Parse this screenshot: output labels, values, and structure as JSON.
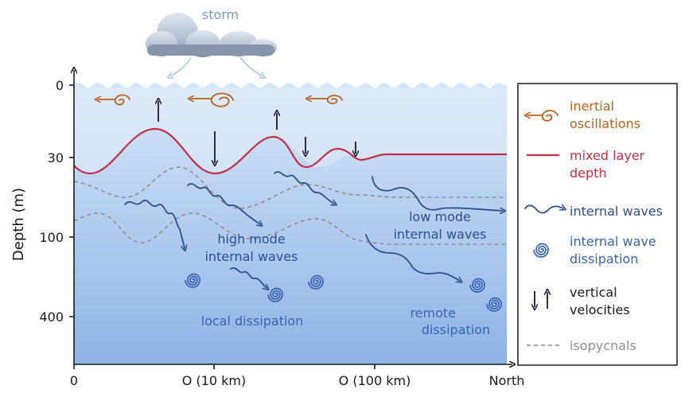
{
  "storm_label": "storm",
  "y_axis": {
    "title": "Depth (m)",
    "ticks": [
      "0",
      "30",
      "100",
      "400"
    ]
  },
  "x_axis": {
    "ticks": [
      "0",
      "O (10 km)",
      "O (100 km)",
      "North"
    ]
  },
  "annotations": {
    "high_mode_line1": "high mode",
    "high_mode_line2": "internal waves",
    "low_mode_line1": "low mode",
    "low_mode_line2": "internal waves",
    "local_dissipation": "local dissipation",
    "remote_line1": "remote",
    "remote_line2": "dissipation"
  },
  "legend": {
    "inertial_line1": "inertial",
    "inertial_line2": "oscillations",
    "mld_line1": "mixed layer",
    "mld_line2": "depth",
    "internal_waves": "internal waves",
    "iwd_line1": "internal wave",
    "iwd_line2": "dissipation",
    "vel_line1": "vertical",
    "vel_line2": "velocities",
    "isopycnals": "isopycnals"
  },
  "colors": {
    "inertial": "#b9621f",
    "mixed_layer": "#c0304a",
    "wave": "#2d4f8e",
    "dissipation": "#3a62b0",
    "arrow": "#1a1a2e",
    "isopycnal": "#8f8f8f",
    "storm_text": "#7f95b5",
    "legend_text": "#1a1a1a"
  }
}
